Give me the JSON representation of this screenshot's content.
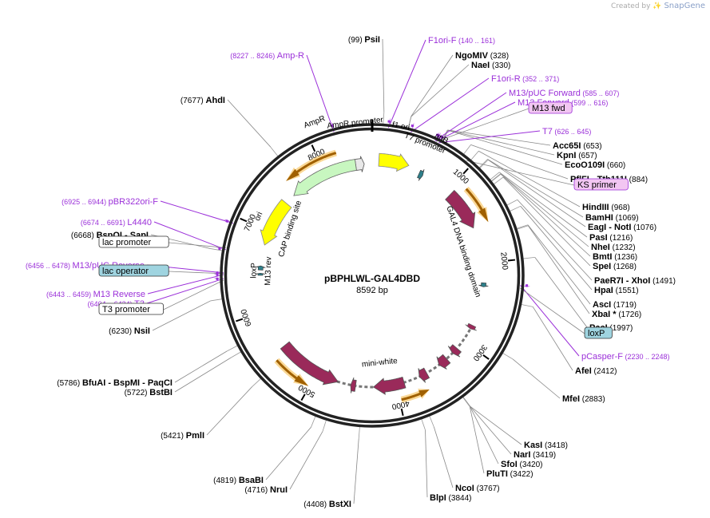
{
  "header": {
    "created_by": "Created by",
    "brand": "SnapGene"
  },
  "plasmid": {
    "name": "pBPHLWL-GAL4DBD",
    "length_label": "8592 bp",
    "length_bp": 8592
  },
  "colors": {
    "enzyme": "#000000",
    "primer": "#9b30d9",
    "feature_red": "#9a2a5a",
    "feature_yellow": "#ffff00",
    "feature_green": "#c8f7c0",
    "primer_box": "#f2c6f2",
    "blue_box": "#9fd4e0",
    "orange_glow": "#f5b840",
    "backbone": "#222222"
  },
  "ticks": [
    {
      "label": "1000",
      "pos": 1000
    },
    {
      "label": "2000",
      "pos": 2000
    },
    {
      "label": "3000",
      "pos": 3000
    },
    {
      "label": "4000",
      "pos": 4000
    },
    {
      "label": "5000",
      "pos": 5000
    },
    {
      "label": "6000",
      "pos": 6000
    },
    {
      "label": "7000",
      "pos": 7000
    },
    {
      "label": "8000",
      "pos": 8000
    }
  ],
  "features": [
    {
      "name": "AmpR promoter",
      "start": 8390,
      "end": 8495,
      "type": "green_box"
    },
    {
      "name": "AmpR",
      "start": 7530,
      "end": 8390,
      "type": "green_arrow",
      "dir": -1
    },
    {
      "name": "ori",
      "start": 6820,
      "end": 7400,
      "type": "yellow_arrow",
      "dir": -1
    },
    {
      "name": "f1 ori",
      "start": 80,
      "end": 440,
      "type": "yellow_arrow",
      "dir": 1
    },
    {
      "name": "attB",
      "start": 590,
      "end": 640,
      "type": "teal_box"
    },
    {
      "name": "GAL4 DNA binding domain",
      "start": 1050,
      "end": 1550,
      "type": "red_arrow",
      "dir": 1
    },
    {
      "name": "mini-white",
      "start": 3120,
      "end": 5520,
      "type": "red_segmented",
      "dir": -1
    },
    {
      "name": "loxP",
      "start": 2240,
      "end": 2290,
      "type": "teal_box_inner"
    },
    {
      "name": "lac operator left",
      "start": 6445,
      "end": 6470,
      "type": "teal_box_inner"
    },
    {
      "name": "loxP left",
      "start": 6510,
      "end": 6560,
      "type": "teal_box_inner"
    }
  ],
  "inner_labels": [
    {
      "text": "AmpR",
      "pos": 8100,
      "r": 205
    },
    {
      "text": "AmpR promoter",
      "pos": 8440,
      "r": 192
    },
    {
      "text": "f1 ori",
      "pos": 260,
      "r": 190
    },
    {
      "text": "T7 promoter",
      "pos": 520,
      "r": 178
    },
    {
      "text": "attB",
      "pos": 640,
      "r": 192
    },
    {
      "text": "CAP binding site",
      "pos": 7150,
      "r": 118
    },
    {
      "text": "ori",
      "pos": 7100,
      "r": 160
    },
    {
      "text": "M13 rev",
      "pos": 6500,
      "r": 130
    },
    {
      "text": "loxP",
      "pos": 6500,
      "r": 148
    },
    {
      "text": "GAL4 DNA binding domain",
      "pos": 1800,
      "r": 118
    },
    {
      "text": "mini-white",
      "pos": 4180,
      "r": 110
    }
  ],
  "enzymes_right": [
    {
      "name": "NgoMIV",
      "pos_label": "(328)",
      "site": 328
    },
    {
      "name": "NaeI",
      "pos_label": "(330)",
      "site": 330
    },
    {
      "name": "Acc65I",
      "pos_label": "(653)",
      "site": 653
    },
    {
      "name": "KpnI",
      "pos_label": "(657)",
      "site": 657
    },
    {
      "name": "EcoO109I",
      "pos_label": "(660)",
      "site": 660
    },
    {
      "name": "PflFI - Tth111I",
      "pos_label": "(884)",
      "site": 884
    },
    {
      "name": "HindIII",
      "pos_label": "(968)",
      "site": 968
    },
    {
      "name": "BamHI",
      "pos_label": "(1069)",
      "site": 1069
    },
    {
      "name": "EagI - NotI",
      "pos_label": "(1076)",
      "site": 1076
    },
    {
      "name": "PasI",
      "pos_label": "(1216)",
      "site": 1216
    },
    {
      "name": "NheI",
      "pos_label": "(1232)",
      "site": 1232
    },
    {
      "name": "BmtI",
      "pos_label": "(1236)",
      "site": 1236
    },
    {
      "name": "SpeI",
      "pos_label": "(1268)",
      "site": 1268
    },
    {
      "name": "PaeR7I - XhoI",
      "pos_label": "(1491)",
      "site": 1491
    },
    {
      "name": "HpaI",
      "pos_label": "(1551)",
      "site": 1551
    },
    {
      "name": "AscI",
      "pos_label": "(1719)",
      "site": 1719
    },
    {
      "name": "XbaI *",
      "pos_label": "(1726)",
      "site": 1726
    },
    {
      "name": "PacI",
      "pos_label": "(1997)",
      "site": 1997
    },
    {
      "name": "AfeI",
      "pos_label": "(2412)",
      "site": 2412
    },
    {
      "name": "MfeI",
      "pos_label": "(2883)",
      "site": 2883
    },
    {
      "name": "KasI",
      "pos_label": "(3418)",
      "site": 3418
    },
    {
      "name": "NarI",
      "pos_label": "(3419)",
      "site": 3419
    },
    {
      "name": "SfoI",
      "pos_label": "(3420)",
      "site": 3420
    },
    {
      "name": "PluTI",
      "pos_label": "(3422)",
      "site": 3422
    },
    {
      "name": "NcoI",
      "pos_label": "(3767)",
      "site": 3767
    },
    {
      "name": "BlpI",
      "pos_label": "(3844)",
      "site": 3844
    }
  ],
  "enzymes_left": [
    {
      "name": "PsiI",
      "pos_label": "(99)",
      "site": 99
    },
    {
      "name": "AhdI",
      "pos_label": "(7677)",
      "site": 7677
    },
    {
      "name": "BspQI - SapI",
      "pos_label": "(6668)",
      "site": 6668
    },
    {
      "name": "NsiI",
      "pos_label": "(6230)",
      "site": 6230
    },
    {
      "name": "BfuAI - BspMI - PaqCI",
      "pos_label": "(5786)",
      "site": 5786
    },
    {
      "name": "BstBI",
      "pos_label": "(5722)",
      "site": 5722
    },
    {
      "name": "PmlI",
      "pos_label": "(5421)",
      "site": 5421
    },
    {
      "name": "BsaBI",
      "pos_label": "(4819)",
      "site": 4819
    },
    {
      "name": "NruI",
      "pos_label": "(4716)",
      "site": 4716
    },
    {
      "name": "BstXI",
      "pos_label": "(4408)",
      "site": 4408
    }
  ],
  "primers": [
    {
      "name": "F1ori-F",
      "range": "(140 .. 161)",
      "site": 150
    },
    {
      "name": "F1ori-R",
      "range": "(352 .. 371)",
      "site": 360
    },
    {
      "name": "M13/pUC Forward",
      "range": "(585 .. 607)",
      "site": 596
    },
    {
      "name": "M13 Forward",
      "range": "(599 .. 616)",
      "site": 607
    },
    {
      "name": "T7",
      "range": "(626 .. 645)",
      "site": 635
    },
    {
      "name": "pCasper-F",
      "range": "(2230 .. 2248)",
      "site": 2239
    },
    {
      "name": "Amp-R",
      "range": "(8227 .. 8246)",
      "site": 8236
    },
    {
      "name": "pBR322ori-F",
      "range": "(6925 .. 6944)",
      "site": 6934
    },
    {
      "name": "L4440",
      "range": "(6674 .. 6691)",
      "site": 6682
    },
    {
      "name": "M13/pUC Reverse",
      "range": "(6456 .. 6478)",
      "site": 6467
    },
    {
      "name": "M13 Reverse",
      "range": "(6443 .. 6459)",
      "site": 6451
    },
    {
      "name": "T3",
      "range": "(6404 .. 6424)",
      "site": 6414
    }
  ],
  "boxed_labels": [
    {
      "name": "M13 fwd",
      "style": "primer_box",
      "site": 610
    },
    {
      "name": "KS primer",
      "style": "primer_box",
      "site": 940
    },
    {
      "name": "loxP",
      "style": "blue_box",
      "site": 2265
    },
    {
      "name": "lac promoter",
      "style": "white_box",
      "site": 6700
    },
    {
      "name": "lac operator",
      "style": "blue_box",
      "site": 6460
    },
    {
      "name": "T3 promoter",
      "style": "white_box",
      "site": 6400
    }
  ]
}
